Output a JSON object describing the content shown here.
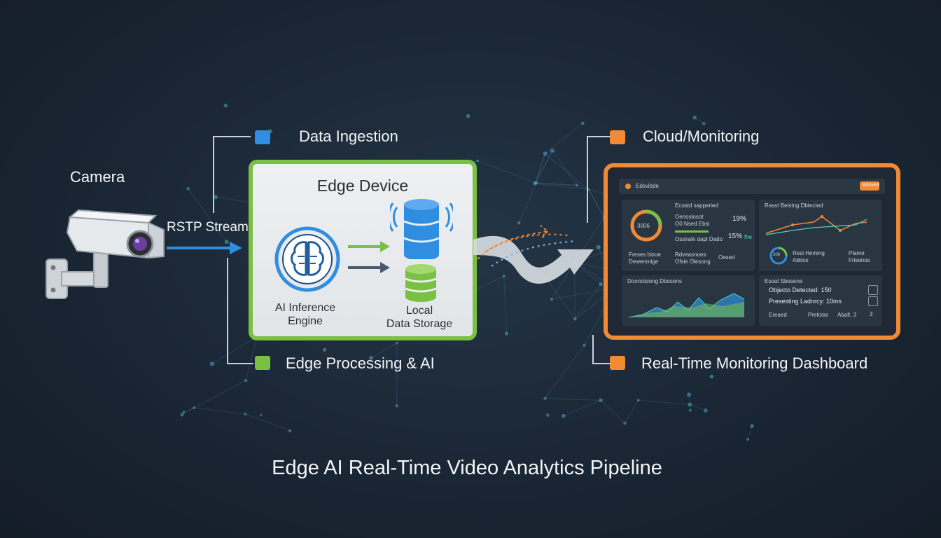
{
  "labels": {
    "camera": "Camera",
    "rtsp_stream": "RSTP Stream",
    "data_ingestion": "Data Ingestion",
    "edge_processing": "Edge Processing & AI",
    "cloud_monitoring": "Cloud/Monitoring",
    "realtime_dashboard": "Real-Time Monitoring Dashboard"
  },
  "edge_device": {
    "title": "Edge Device",
    "inference_line1": "AI Inference",
    "inference_line2": "Engine",
    "storage_line1": "Local",
    "storage_line2": "Data Storage"
  },
  "dashboard": {
    "header_title": "Edsvibde",
    "header_button": "Edsved",
    "gauge_panel_title": "Ecustd sapperied",
    "gauge_value": "3006",
    "stat_a_label": "Oenoslosot",
    "stat_a_sub": "O0 Nsed Ebsi",
    "stat_a_value": "19%",
    "stat_b_value": "15%",
    "stat_b_unit": "fhe",
    "stat_b_sub": "Ossirale  dapl  Dado",
    "row_a_label": "Freses bisoe",
    "row_a_sub": "Dewenmige",
    "row_b_label": "Rdveasnoes",
    "row_b_sub": "Ofsie Olesong",
    "row_c_label": "Oesed",
    "line_panel_title": "Rasst Beistng Dbtected",
    "gauge2_value": "208",
    "gauge2_label": "Resi Heming",
    "gauge2_sub": "Abbos",
    "gauge2_side": "Plame",
    "gauge2_side_sub": "Frisenos",
    "area_panel_title": "Dooncisiong Dbosens",
    "list_panel_title": "Esoat Sbesene",
    "list_item_1": "Objecto Detected: 150",
    "list_item_2": "Presesting Ladnrcy: 10ms",
    "list_item_3_left": "Ereaed",
    "list_item_3_mid": "Pretoise",
    "list_item_3_right": "Abalt, 3",
    "list_badge_3": "3"
  },
  "footer": {
    "title": "Edge AI Real-Time Video Analytics Pipeline"
  },
  "colors": {
    "ingestion_blue": "#2f8ee0",
    "edge_green": "#79c043",
    "cloud_orange": "#f08a35",
    "background": "#1a2634"
  },
  "icons": [
    "camera-icon",
    "brain-icon",
    "database-icon",
    "signal-icon",
    "flow-arrow-icon"
  ]
}
